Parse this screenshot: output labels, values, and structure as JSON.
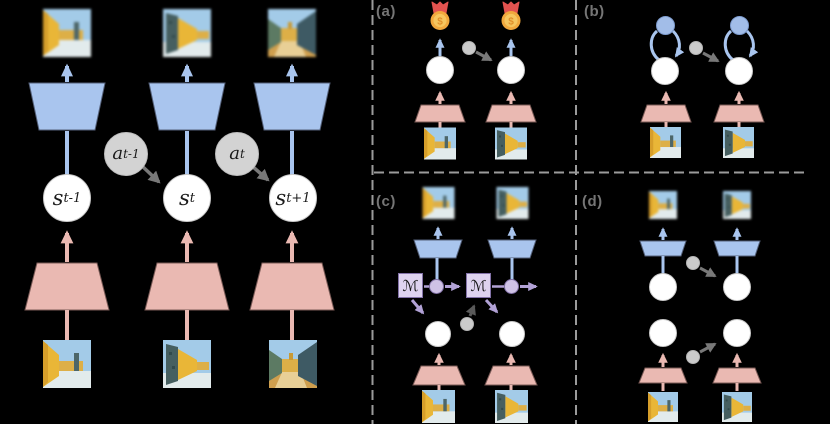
{
  "figure": {
    "kind": "latent-dynamics-model-diagram",
    "background": "#000000",
    "left_panel": "encoder-decoder world model unrolled over three timesteps",
    "right_panels": "four variants (a)-(d) of using the latent model"
  },
  "panel_labels": {
    "a": "(a)",
    "b": "(b)",
    "c": "(c)",
    "d": "(d)"
  },
  "nodes": {
    "states": [
      {
        "base": "s",
        "sub": "t-1"
      },
      {
        "base": "s",
        "sub": "t"
      },
      {
        "base": "s",
        "sub": "t+1"
      }
    ],
    "actions": [
      {
        "base": "a",
        "sub": "t-1"
      },
      {
        "base": "a",
        "sub": "t"
      }
    ],
    "memory_symbol": "ℳ",
    "reward_symbol": "$"
  },
  "icons": {
    "reward": "medal-coin-icon",
    "observation": "maze-observation-image",
    "reconstruction": "blurred-reconstruction-image",
    "encoder": "pink-trapezoid",
    "decoder": "blue-trapezoid"
  },
  "colors": {
    "background": "#000000",
    "decoder_blue": "#a9c5ee",
    "decoder_blue_border": "#55617a",
    "encoder_pink": "#eab9b2",
    "encoder_pink_border": "#7a5a56",
    "state_white": "#ffffff",
    "action_gray": "#d3d3d3",
    "noise_dot_gray": "#cbcbcb",
    "arrow_gray": "#787878",
    "arrow_dark_gray": "#5a5a5a",
    "policy_blue": "#a2bde8",
    "memory_purple_fill": "#ded3ef",
    "memory_purple_border": "#8372a8",
    "belief_purple_fill": "#cfc2e6",
    "purple_arrow": "#b2a2d6",
    "dashed_separator": "#9b9b9b",
    "panel_label": "#757575",
    "medal_ribbon": "#e2524f",
    "coin_outer": "#f1a83d",
    "coin_inner": "#f6c65f",
    "coin_symbol": "#e1902a",
    "scene_sky": "#a3cbe8",
    "scene_wall_yellow": "#e9b637",
    "scene_wall_dark": "#465f60",
    "scene_floor_light": "#e2ebec",
    "scene_floor_tan": "#cf9f4e"
  }
}
